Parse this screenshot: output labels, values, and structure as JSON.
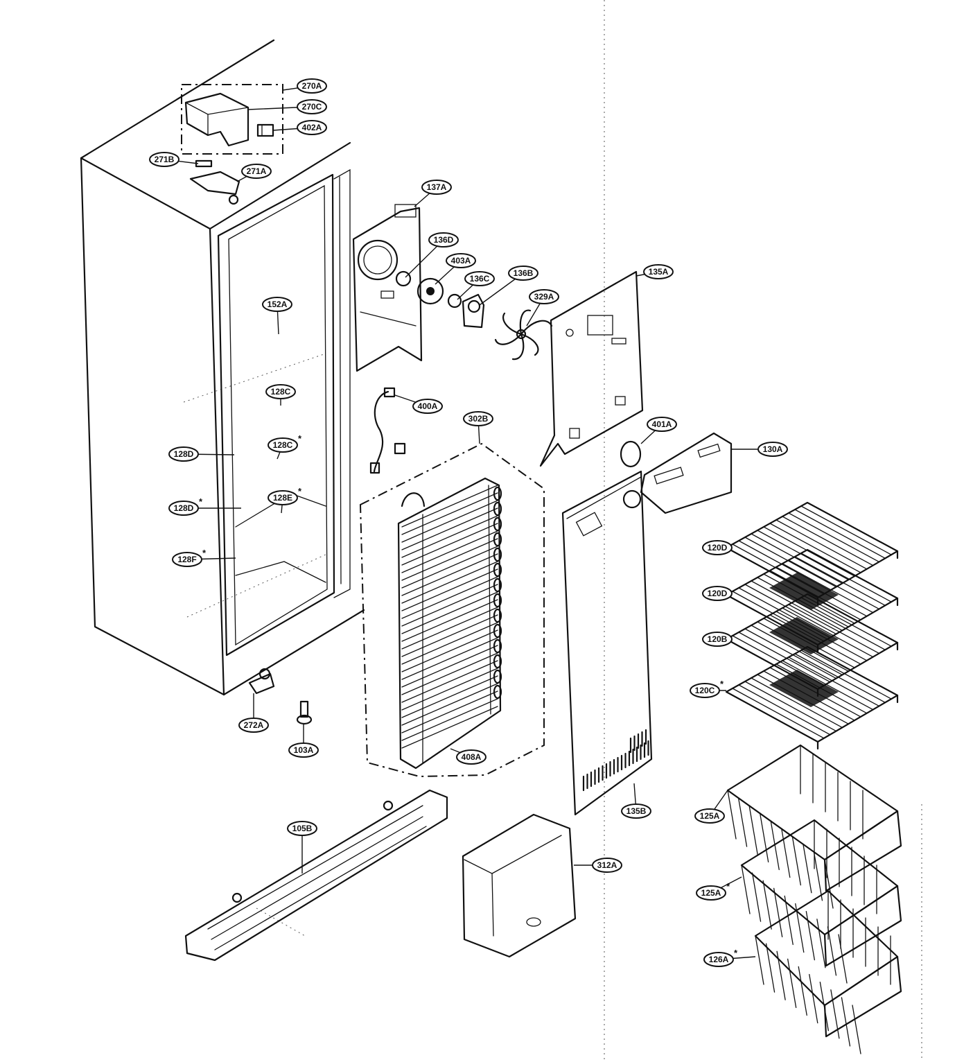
{
  "callouts": [
    {
      "id": "270A",
      "label": "270A",
      "star": false
    },
    {
      "id": "270C",
      "label": "270C",
      "star": false
    },
    {
      "id": "402A",
      "label": "402A",
      "star": false
    },
    {
      "id": "271B",
      "label": "271B",
      "star": false
    },
    {
      "id": "271A",
      "label": "271A",
      "star": false
    },
    {
      "id": "137A",
      "label": "137A",
      "star": false
    },
    {
      "id": "136D",
      "label": "136D",
      "star": false
    },
    {
      "id": "403A",
      "label": "403A",
      "star": false
    },
    {
      "id": "136C",
      "label": "136C",
      "star": false
    },
    {
      "id": "136B",
      "label": "136B",
      "star": false
    },
    {
      "id": "329A",
      "label": "329A",
      "star": false
    },
    {
      "id": "135A",
      "label": "135A",
      "star": false
    },
    {
      "id": "152A",
      "label": "152A",
      "star": false
    },
    {
      "id": "128C",
      "label": "128C",
      "star": false
    },
    {
      "id": "128C2",
      "label": "128C",
      "star": true
    },
    {
      "id": "128D",
      "label": "128D",
      "star": false
    },
    {
      "id": "128E",
      "label": "128E",
      "star": true
    },
    {
      "id": "128D2",
      "label": "128D",
      "star": true
    },
    {
      "id": "128F",
      "label": "128F",
      "star": true
    },
    {
      "id": "400A",
      "label": "400A",
      "star": false
    },
    {
      "id": "302B",
      "label": "302B",
      "star": false
    },
    {
      "id": "401A",
      "label": "401A",
      "star": false
    },
    {
      "id": "130A",
      "label": "130A",
      "star": false
    },
    {
      "id": "120D",
      "label": "120D",
      "star": false
    },
    {
      "id": "120D2",
      "label": "120D",
      "star": false
    },
    {
      "id": "120B",
      "label": "120B",
      "star": false
    },
    {
      "id": "120C",
      "label": "120C",
      "star": true
    },
    {
      "id": "272A",
      "label": "272A",
      "star": false
    },
    {
      "id": "103A",
      "label": "103A",
      "star": false
    },
    {
      "id": "408A",
      "label": "408A",
      "star": false
    },
    {
      "id": "135B",
      "label": "135B",
      "star": false
    },
    {
      "id": "105B",
      "label": "105B",
      "star": false
    },
    {
      "id": "312A",
      "label": "312A",
      "star": false
    },
    {
      "id": "125A",
      "label": "125A",
      "star": false
    },
    {
      "id": "125A2",
      "label": "125A",
      "star": true
    },
    {
      "id": "126A",
      "label": "126A",
      "star": true
    }
  ],
  "star_glyph": "*"
}
